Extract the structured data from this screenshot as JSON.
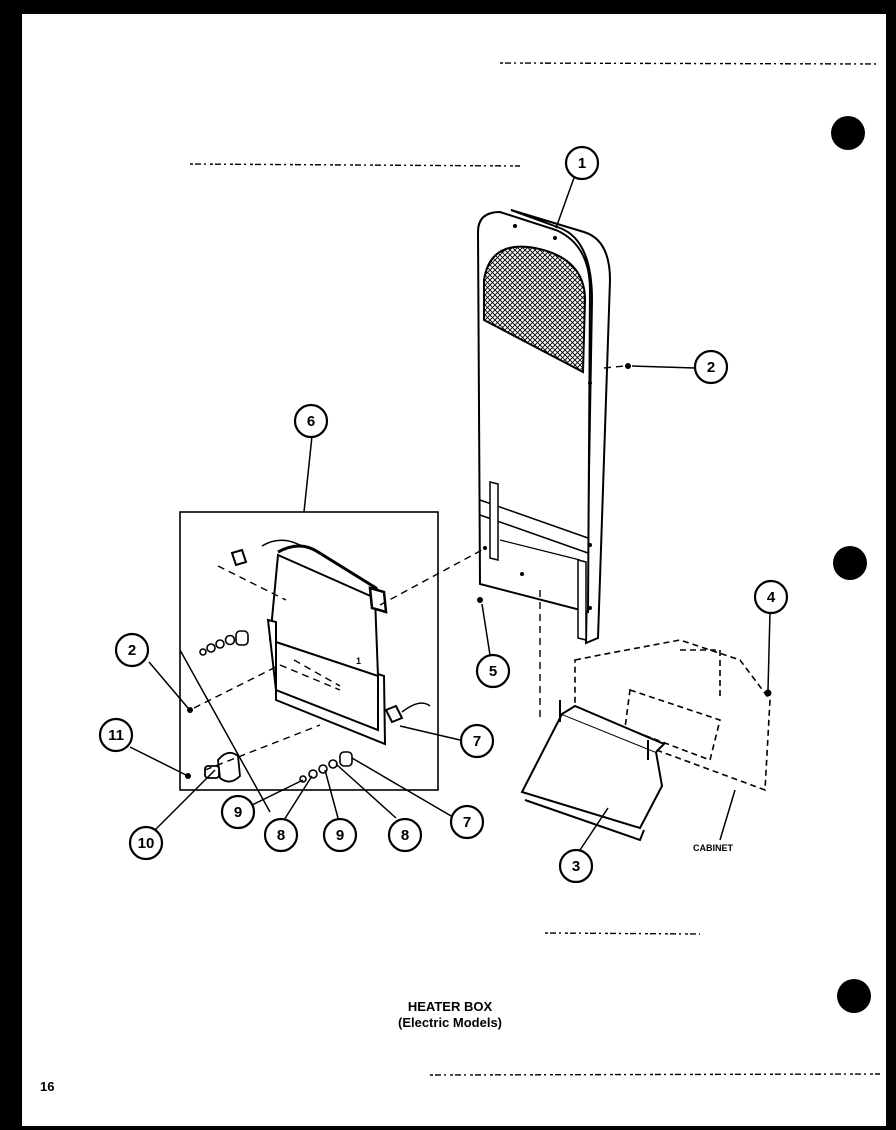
{
  "title_line1": "HEATER BOX",
  "title_line2": "(Electric Models)",
  "page_number": "16",
  "cabinet_label": "CABINET",
  "panel_mark": "1",
  "callouts": [
    "1",
    "2",
    "2",
    "3",
    "4",
    "5",
    "6",
    "7",
    "7",
    "8",
    "8",
    "9",
    "9",
    "10",
    "11"
  ],
  "colors": {
    "ink": "#000000",
    "paper": "#ffffff",
    "border": "#000000"
  }
}
